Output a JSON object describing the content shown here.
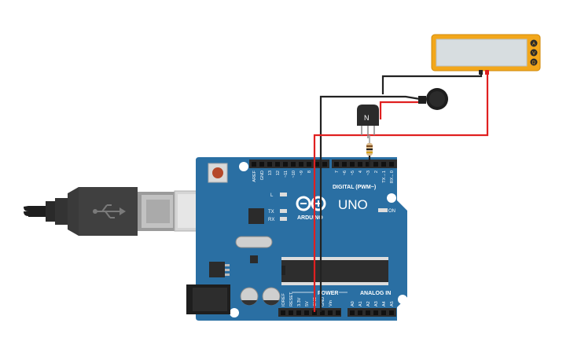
{
  "board": {
    "brand": "ARDUINO",
    "model": "UNO",
    "digital_label": "DIGITAL (PWM~)",
    "analog_label": "ANALOG IN",
    "power_label": "POWER",
    "led_l": "L",
    "led_tx": "TX",
    "led_rx": "RX",
    "led_on": "ON",
    "digital_pins": [
      "AREF",
      "GND",
      "13",
      "12",
      "~11",
      "~10",
      "~9",
      "8",
      "7",
      "~6",
      "~5",
      "4",
      "~3",
      "2",
      "TX→1",
      "RX←0"
    ],
    "power_pins": [
      "IOREF",
      "RESET",
      "3.3V",
      "5V",
      "GND",
      "GND",
      "Vin"
    ],
    "analog_pins": [
      "A0",
      "A1",
      "A2",
      "A3",
      "A4",
      "A5"
    ]
  },
  "transistor": {
    "label": "N"
  },
  "multimeter": {
    "mode_buttons": [
      "A",
      "V",
      "Ω"
    ]
  },
  "colors": {
    "board": "#2a6fa3",
    "wire_red": "#e02020",
    "wire_black": "#222222",
    "meter_body": "#f2a71b",
    "meter_screen": "#d7dde0"
  }
}
